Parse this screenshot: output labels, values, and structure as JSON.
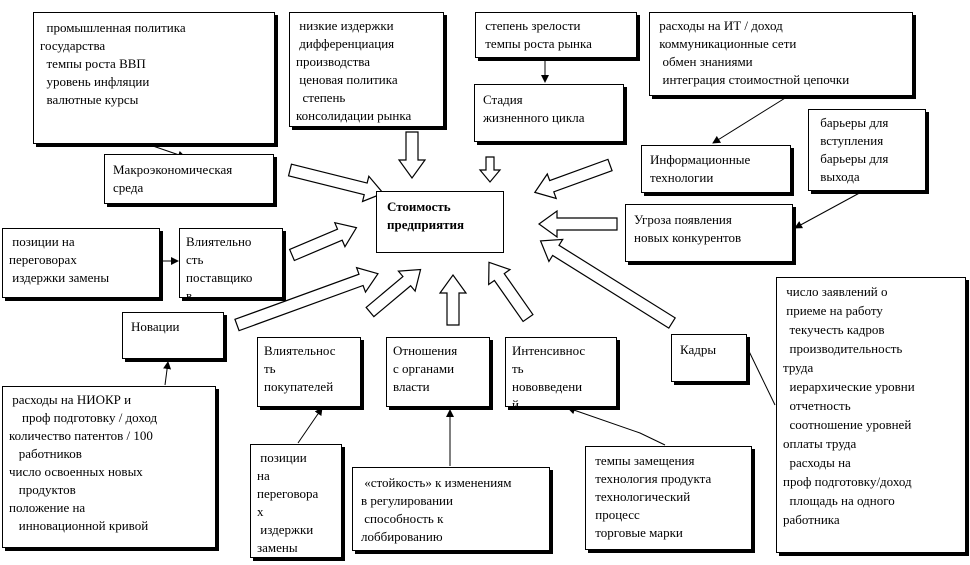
{
  "center": [
    "Стоимость",
    "предприятия"
  ],
  "macro": {
    "label": [
      "Макроэкономическая",
      "среда"
    ],
    "details": [
      "  промышленная политика",
      "государства",
      "  темпы роста ВВП",
      "  уровень инфляции",
      "  валютные курсы"
    ]
  },
  "competition": {
    "details": [
      " низкие издержки",
      " дифференциация",
      "производства",
      " ценовая политика",
      "  степень",
      "консолидации рынка"
    ]
  },
  "lifecycle": {
    "label": [
      "Стадия",
      "жизненного цикла"
    ],
    "details": [
      " степень зрелости",
      " темпы роста рынка"
    ]
  },
  "it": {
    "label": [
      "Информационные",
      "технологии"
    ],
    "details": [
      " расходы на ИТ / доход",
      " коммуникационные сети",
      "  обмен знаниями",
      "  интеграция стоимостной цепочки"
    ]
  },
  "entrants": {
    "label": [
      "Угроза появления",
      "новых конкурентов"
    ],
    "details": [
      " барьеры для",
      " вступления",
      " барьеры для",
      " выхода"
    ]
  },
  "suppliers": {
    "label": [
      "Влиятельно",
      "сть",
      "поставщико",
      "в"
    ],
    "details": [
      " позиции на",
      "переговорах",
      " издержки замены"
    ]
  },
  "innovation": {
    "label": [
      "Новации"
    ],
    "details": [
      " расходы на НИОКР и",
      "    проф подготовку / доход",
      "количество патентов / 100",
      "   работников",
      "число освоенных новых",
      "   продуктов",
      "положение на",
      "   инновационной кривой"
    ]
  },
  "buyers": {
    "label": [
      "Влиятельнос",
      "ть",
      "покупателей"
    ],
    "details": [
      " позиции",
      "на",
      "переговора",
      "х",
      " издержки",
      "замены"
    ]
  },
  "government": {
    "label": [
      "Отношения",
      "с органами",
      "власти"
    ],
    "details": [
      " «стойкость» к изменениям",
      "в регулировании",
      " способность к",
      "лоббированию"
    ]
  },
  "intensity": {
    "label": [
      "Интенсивнос",
      "ть",
      "нововведени",
      "й"
    ],
    "details": [
      " темпы замещения",
      " технология продукта",
      " технологический",
      " процесс",
      " торговые марки"
    ]
  },
  "staff": {
    "label": [
      "Кадры"
    ],
    "details": [
      " число заявлений о",
      " приеме на работу",
      "  текучесть кадров",
      "  производительность",
      "труда",
      "  иерархические уровни",
      "  отчетность",
      "  соотношение уровней",
      "оплаты труда",
      "  расходы на",
      "проф подготовку/доход",
      "  площадь на одного",
      "работника"
    ]
  }
}
